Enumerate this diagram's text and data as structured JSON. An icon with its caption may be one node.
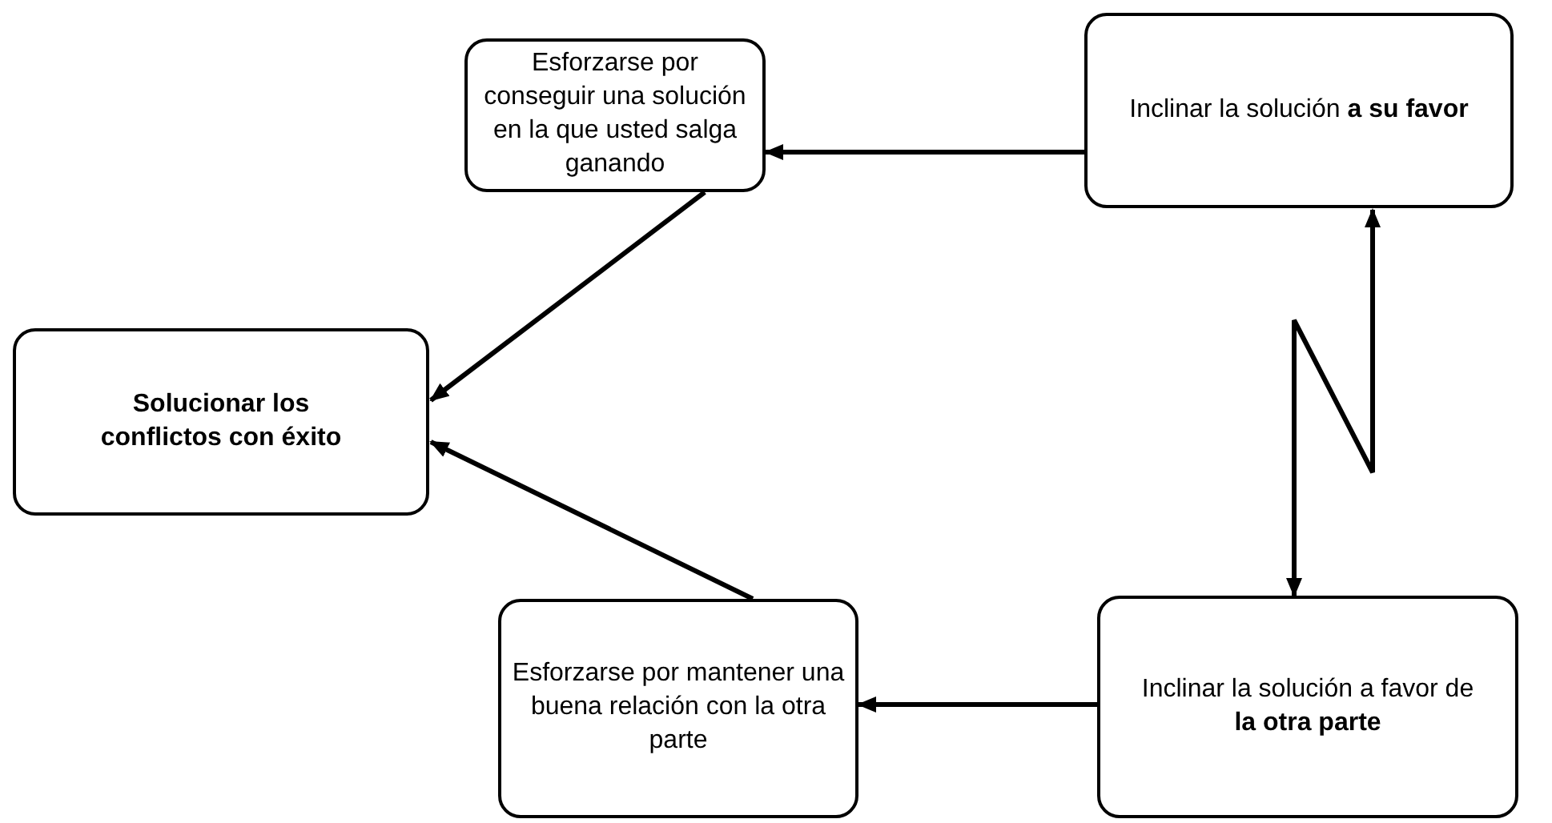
{
  "diagram": {
    "nodes": [
      {
        "text": [
          "Esforzarse por conseguir una solución en la que usted salga ganando"
        ]
      },
      {
        "text": [
          "Inclinar la solución **a su favor**"
        ]
      },
      {
        "text": [
          "Solucionar los conflictos con éxito"
        ]
      },
      {
        "text": [
          "Esforzarse por mantener una buena relación con la otra parte"
        ]
      },
      {
        "text": [
          "Inclinar la solución a favor de **la otra parte**"
        ]
      }
    ],
    "edges": [
      {
        "from": 1,
        "to": 0,
        "arrow": "to"
      },
      {
        "from": 0,
        "to": 2,
        "arrow": "to"
      },
      {
        "from": 3,
        "to": 2,
        "arrow": "to"
      },
      {
        "from": 4,
        "to": 3,
        "arrow": "to"
      },
      {
        "from": 1,
        "to": 4,
        "arrow": "both"
      }
    ]
  }
}
